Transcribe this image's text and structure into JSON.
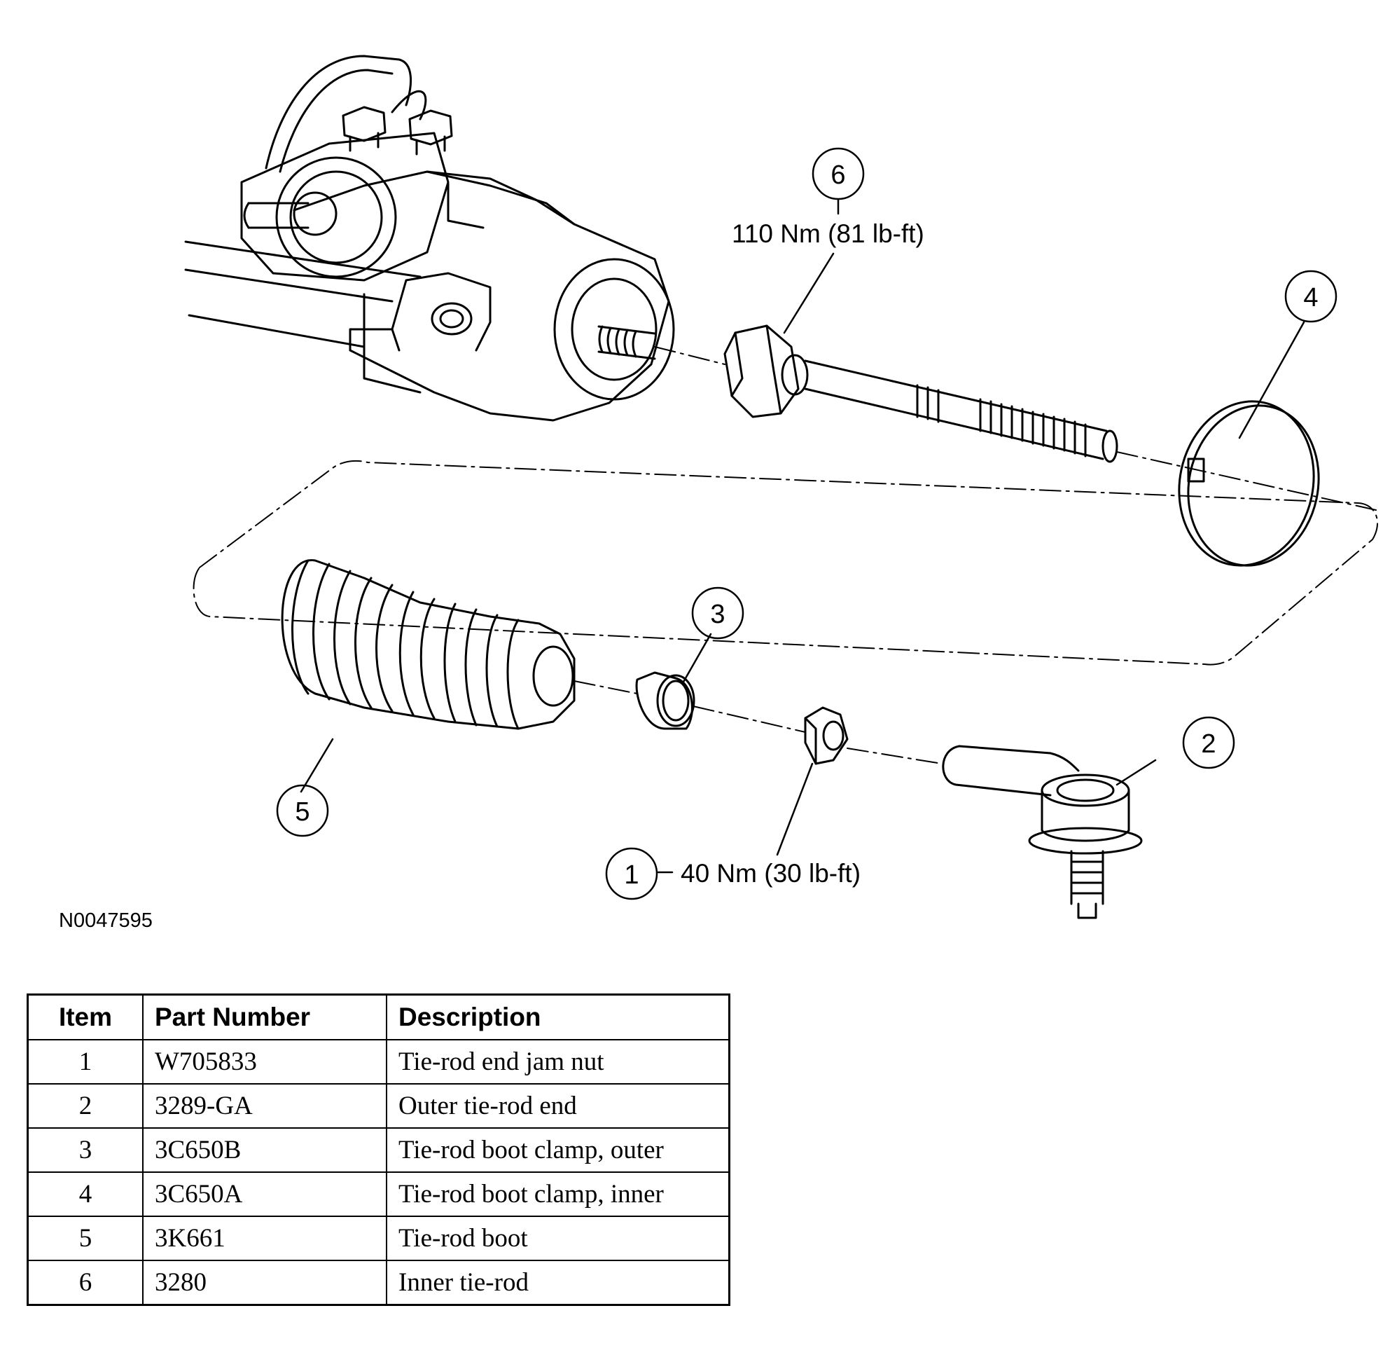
{
  "diagram": {
    "callouts": [
      {
        "num": "1",
        "torque": "40 Nm (30 lb-ft)"
      },
      {
        "num": "2"
      },
      {
        "num": "3"
      },
      {
        "num": "4"
      },
      {
        "num": "5"
      },
      {
        "num": "6",
        "torque": "110 Nm (81 lb-ft)"
      }
    ],
    "figure_id": "N0047595"
  },
  "parts_table": {
    "headers": {
      "item": "Item",
      "part_number": "Part Number",
      "description": "Description"
    },
    "rows": [
      {
        "item": "1",
        "part_number": "W705833",
        "description": "Tie-rod end jam nut"
      },
      {
        "item": "2",
        "part_number": "3289-GA",
        "description": "Outer tie-rod end"
      },
      {
        "item": "3",
        "part_number": "3C650B",
        "description": "Tie-rod boot clamp, outer"
      },
      {
        "item": "4",
        "part_number": "3C650A",
        "description": "Tie-rod boot clamp, inner"
      },
      {
        "item": "5",
        "part_number": "3K661",
        "description": "Tie-rod boot"
      },
      {
        "item": "6",
        "part_number": "3280",
        "description": "Inner tie-rod"
      }
    ]
  }
}
